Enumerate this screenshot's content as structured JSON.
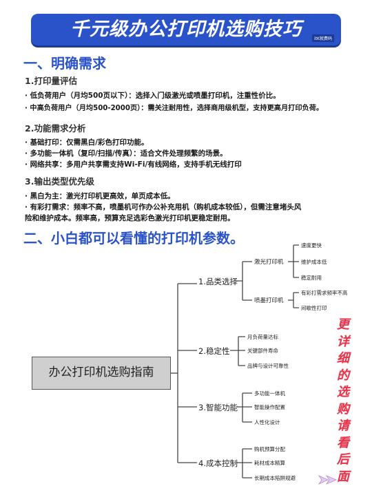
{
  "banner": {
    "title": "千元级办公打印机选购技巧",
    "tag": "itK就费码"
  },
  "section1": {
    "title": "一、明确需求",
    "groups": [
      {
        "heading": "1.打印量评估",
        "lines": [
          "· 低负荷用户（月均500页以下）：选择入门级激光或喷墨打印机，注重性价比。",
          "· 中高负荷用户（月均500-2000页）：需关注耐用性，选择商用级机型，支持更高月打印负荷。"
        ]
      },
      {
        "heading": "2.功能需求分析",
        "lines": [
          "· 基础打印：仅需黑白/彩色打印功能。",
          "· 多功能一体机（复印/扫描/传真）：适合文件处理频繁的场景。",
          "· 网络共享：多用户共享需支持Wi-Fi/有线网络，支持手机无线打印"
        ]
      },
      {
        "heading": "3.输出类型优先级",
        "lines": [
          "· 黑白为主：激光打印机更高效，单页成本低。",
          "· 有彩打需求：频率不高，喷墨机可作办公补充用机（购机成本较低），但需注意堵头风",
          "   险和维护成本。频率高，预算充足选彩色激光打印机更稳定耐用。"
        ]
      }
    ]
  },
  "section2": {
    "title": "二、小白都可以看懂的打印机参数。"
  },
  "mindmap": {
    "root": "办公打印机选购指南",
    "branches": [
      {
        "label": "1.品类选择",
        "subs": [
          {
            "label": "激光打印机",
            "leaves": [
              "速度更快",
              "维护成本低",
              "稳定耐用"
            ]
          },
          {
            "label": "喷墨打印机",
            "leaves": [
              "有彩打需求频率不高",
              "间歇性打印"
            ]
          }
        ]
      },
      {
        "label": "2.稳定性",
        "leaves": [
          "月负荷量达标",
          "关键部件寿命",
          "品牌与设计可靠性"
        ]
      },
      {
        "label": "3.智能功能",
        "leaves": [
          "多功能一体机",
          "智能操作配置",
          "人性化设计"
        ]
      },
      {
        "label": "4.成本控制",
        "leaves": [
          "购机预算分配",
          "耗材成本精算",
          "长期成本陷阱规避"
        ]
      }
    ]
  },
  "side_note": [
    "更",
    "详",
    "细",
    "的",
    "选",
    "购",
    "请",
    "看",
    "后",
    "面"
  ],
  "colors": {
    "brand_blue": "#2a52c9",
    "accent_red": "#e8334a",
    "root_gray": "#cfcfcf"
  },
  "icons": {
    "next": "double-chevron-right-icon"
  }
}
